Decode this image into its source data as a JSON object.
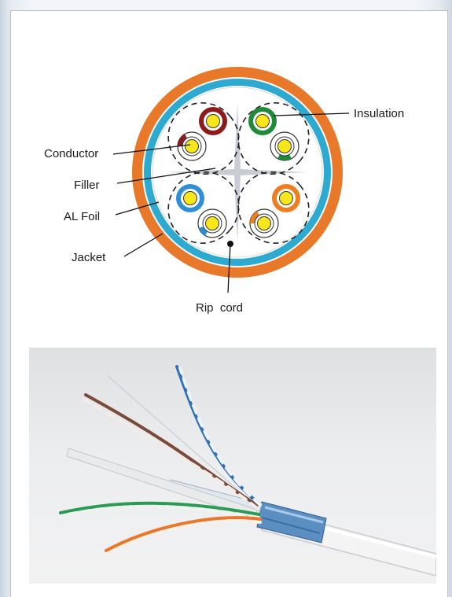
{
  "labels": {
    "insulation": "Insulation",
    "conductor": "Conductor",
    "filler": "Filler",
    "al_foil": "AL Foil",
    "jacket": "Jacket",
    "rip_cord": "Rip  cord"
  },
  "colors": {
    "jacket": "#e8782a",
    "foil": "#2eaad1",
    "conductor": "#f7e61c",
    "pair_brown": "#8e1b1b",
    "pair_green": "#1f8a3a",
    "pair_blue": "#2f8fd6",
    "pair_orange": "#ef7d22"
  },
  "photo": {
    "description_icon": "cable-photo"
  }
}
